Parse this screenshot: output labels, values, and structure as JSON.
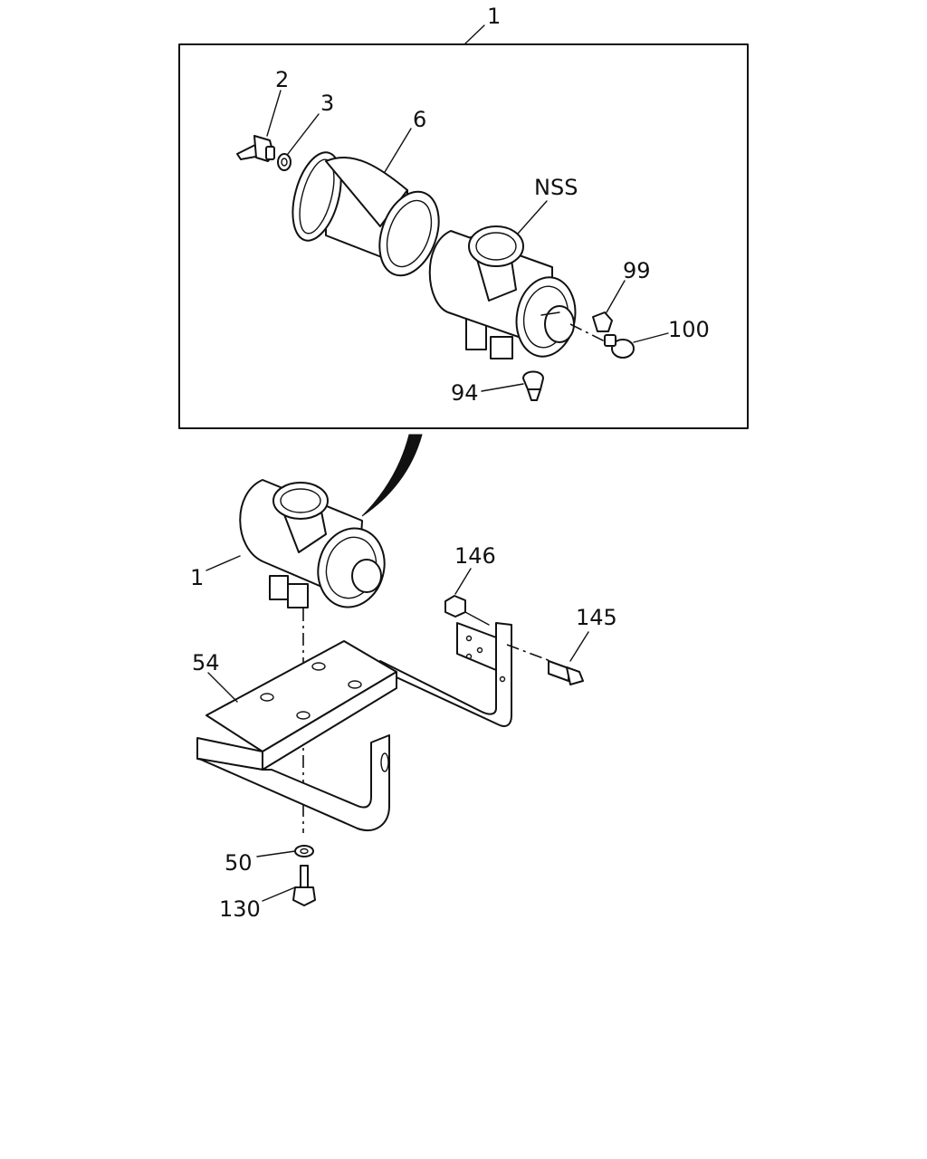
{
  "labels": {
    "assembly_top": "1",
    "wing_bolt": "2",
    "washer_small": "3",
    "filter_element": "6",
    "housing_nss": "NSS",
    "cap": "99",
    "indicator": "100",
    "valve": "94",
    "assembly_side": "1",
    "nut": "146",
    "bolt_right": "145",
    "bracket": "54",
    "washer_bottom": "50",
    "bolt_bottom": "130"
  },
  "colors": {
    "line": "#111111",
    "background": "#ffffff"
  }
}
